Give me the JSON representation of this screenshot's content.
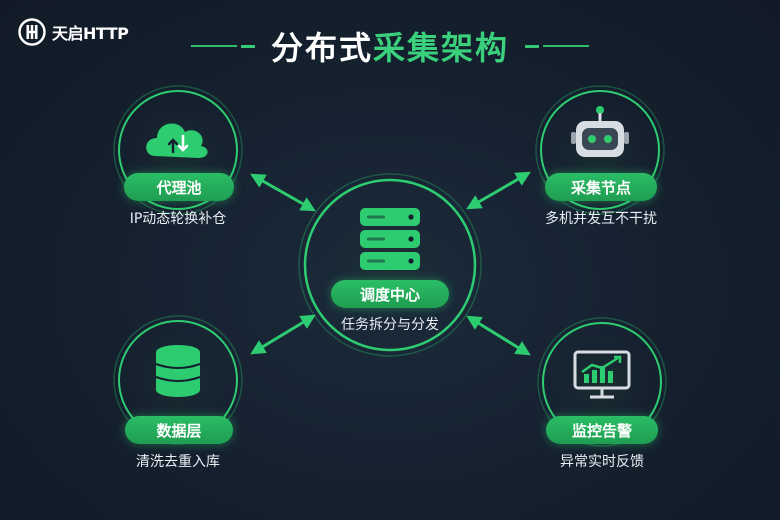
{
  "brand": {
    "name": "天启HTTP"
  },
  "title": {
    "white": "分布式",
    "green": "采集架构"
  },
  "colors": {
    "accent": "#2ecc71",
    "background": "#14202f",
    "text": "#ffffff"
  },
  "nodes": {
    "proxy": {
      "label": "代理池",
      "desc": "IP动态轮换补仓",
      "icon": "cloud-upload-download-icon"
    },
    "collector": {
      "label": "采集节点",
      "desc": "多机并发互不干扰",
      "icon": "robot-icon"
    },
    "scheduler": {
      "label": "调度中心",
      "desc": "任务拆分与分发",
      "icon": "server-stack-icon"
    },
    "data": {
      "label": "数据层",
      "desc": "清洗去重入库",
      "icon": "database-icon"
    },
    "monitor": {
      "label": "监控告警",
      "desc": "异常实时反馈",
      "icon": "monitor-chart-icon"
    }
  }
}
